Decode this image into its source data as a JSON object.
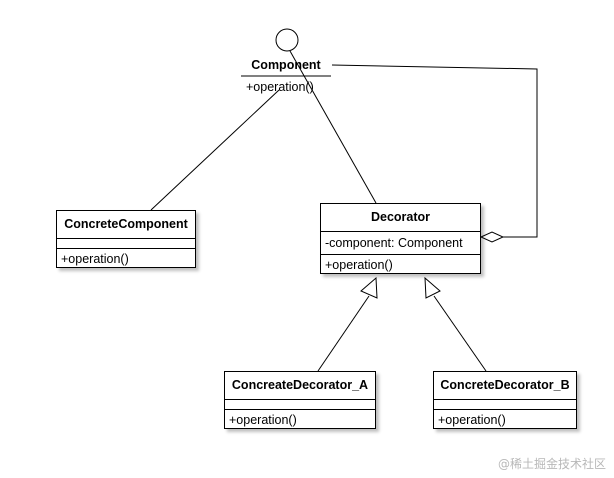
{
  "interface": {
    "name": "Component",
    "operation": "+operation()"
  },
  "classes": {
    "concrete_component": {
      "name": "ConcreteComponent",
      "attribute": "",
      "operation": "+operation()"
    },
    "decorator": {
      "name": "Decorator",
      "attribute": "-component: Component",
      "operation": "+operation()"
    },
    "decorator_a": {
      "name": "ConcreateDecorator_A",
      "attribute": "",
      "operation": "+operation()"
    },
    "decorator_b": {
      "name": "ConcreteDecorator_B",
      "attribute": "",
      "operation": "+operation()"
    }
  },
  "watermark": "@稀土掘金技术社区"
}
